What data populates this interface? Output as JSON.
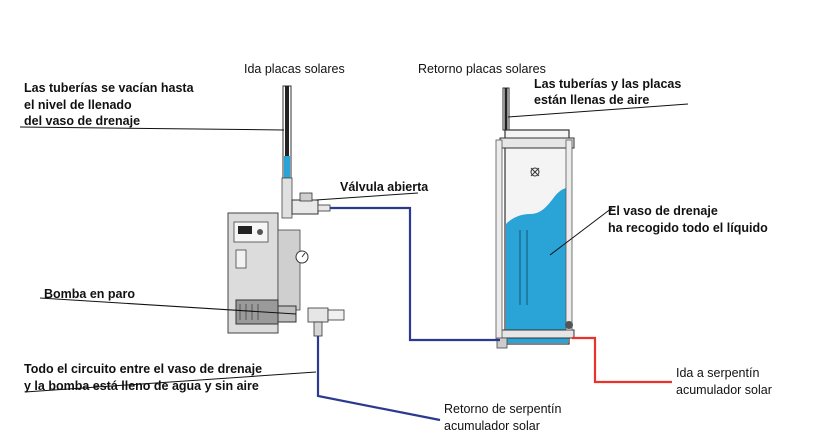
{
  "labels": {
    "ida_placas": "Ida placas solares",
    "retorno_placas": "Retorno placas solares",
    "tuberias_vacian": [
      "Las tuberías se vacían hasta",
      "el nivel de llenado",
      "del vaso de drenaje"
    ],
    "tuberias_placas": [
      "Las tuberías y las placas",
      "están llenas de aire"
    ],
    "valvula": "Válvula abierta",
    "vaso": [
      "El vaso de drenaje",
      "ha recogido todo el líquido"
    ],
    "bomba": "Bomba en paro",
    "circuito": [
      "Todo el circuito entre el vaso de drenaje",
      "y la bomba está lleno de agua y sin aire"
    ],
    "ida_serpentin": [
      "Ida a serpentín",
      "acumulador solar"
    ],
    "retorno_serpentin": [
      "Retorno de serpentín",
      "acumulador solar"
    ]
  },
  "colors": {
    "water": "#2aa3d6",
    "pipe_blue": "#2b3990",
    "pipe_red": "#e8322b",
    "outline": "#333333",
    "equipment": "#d9d9d9"
  },
  "icons": [
    "pump-icon",
    "pressure-gauge-icon",
    "valve-icon",
    "control-panel-icon",
    "fan-icon"
  ]
}
